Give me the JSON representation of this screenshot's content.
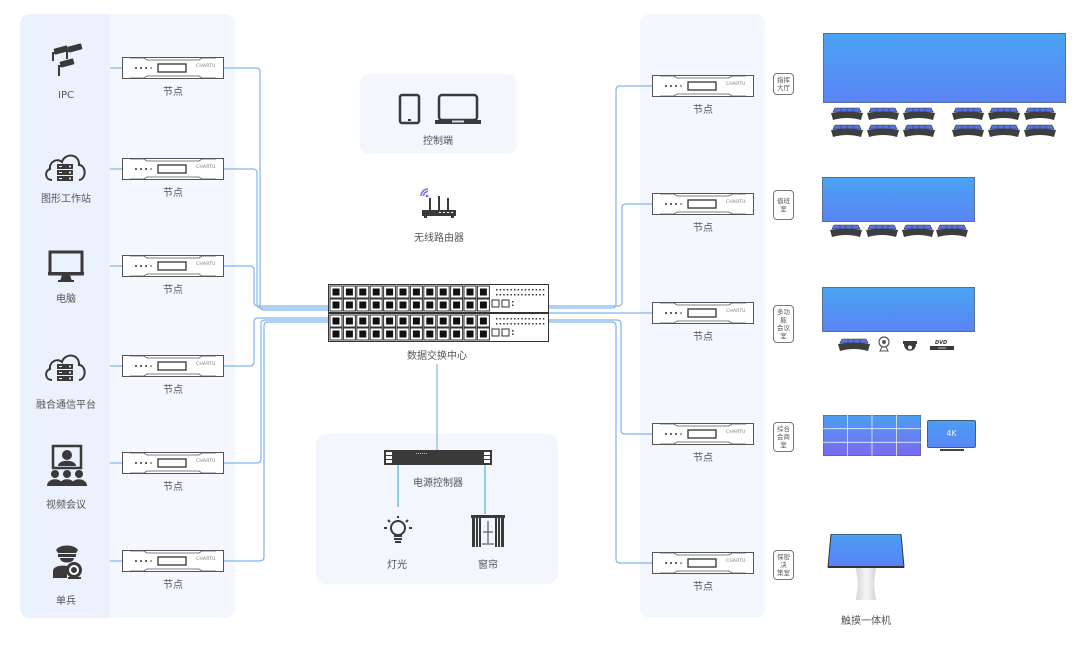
{
  "sources": [
    {
      "label": "IPC",
      "icon": "cctv-cameras-icon"
    },
    {
      "label": "图形工作站",
      "icon": "cloud-server-icon"
    },
    {
      "label": "电脑",
      "icon": "monitor-icon"
    },
    {
      "label": "融合通信平台",
      "icon": "cloud-server-icon"
    },
    {
      "label": "视频会议",
      "icon": "video-conference-icon"
    },
    {
      "label": "单兵",
      "icon": "police-camera-icon"
    }
  ],
  "node": {
    "label": "节点",
    "brand": "CHARTU"
  },
  "control": {
    "label": "控制端"
  },
  "router": {
    "label": "无线路由器"
  },
  "switch": {
    "label": "数据交换中心"
  },
  "power": {
    "label": "电源控制器",
    "light_label": "灯光",
    "curtain_label": "窗帘"
  },
  "rooms": [
    {
      "tag": "指挥大厅"
    },
    {
      "tag": "值班室"
    },
    {
      "tag": "多功能会议室"
    },
    {
      "tag": "综合会商室"
    },
    {
      "tag": "保密决策室"
    }
  ],
  "room_tags_lines": [
    [
      "指挥",
      "大厅"
    ],
    [
      "值班室"
    ],
    [
      "多功能",
      "会议室"
    ],
    [
      "综合",
      "会商室"
    ],
    [
      "保密决",
      "策室"
    ]
  ],
  "display_4k": {
    "label": "4K"
  },
  "dvd": {
    "label": "DVD"
  },
  "touch": {
    "label": "触摸一体机"
  },
  "colors": {
    "line": "#7fb6ee",
    "line_cyan": "#69c3e0",
    "screen_top": "#4aa3f2",
    "screen_bottom": "#5b84f5",
    "device": "#3a3a3a"
  }
}
